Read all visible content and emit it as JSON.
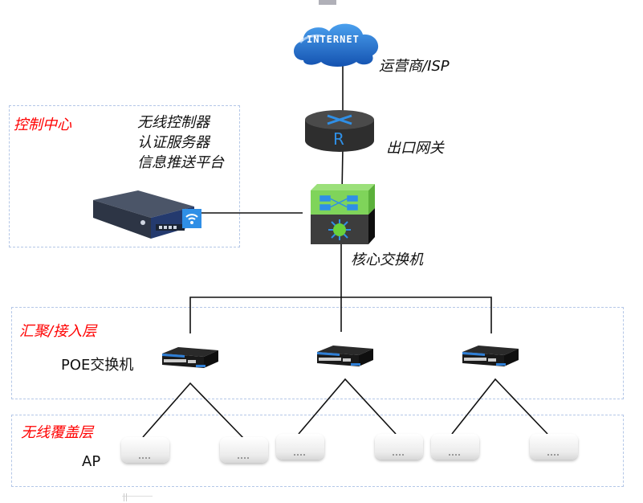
{
  "diagram": {
    "internet": {
      "cloud_text": "INTERNET",
      "label": "运营商/ISP"
    },
    "gateway": {
      "router_letter": "R",
      "label": "出口网关"
    },
    "core_switch": {
      "label": "核心交换机"
    },
    "control_center": {
      "title": "控制中心",
      "functions": [
        "无线控制器",
        "认证服务器",
        "信息推送平台"
      ]
    },
    "aggregation_layer": {
      "title": "汇聚/接入层",
      "device_label": "POE交换机",
      "switch_count": 3
    },
    "wireless_layer": {
      "title": "无线覆盖层",
      "device_label": "AP",
      "ap_count": 6
    },
    "colors": {
      "zone_border": "#b4c7e7",
      "zone_title": "#ff0000",
      "cloud_blue": "#1f6fd1",
      "router_dark": "#3a3a3a",
      "switch_green": "#7fd45a",
      "icon_blue": "#2f8fe6"
    }
  }
}
